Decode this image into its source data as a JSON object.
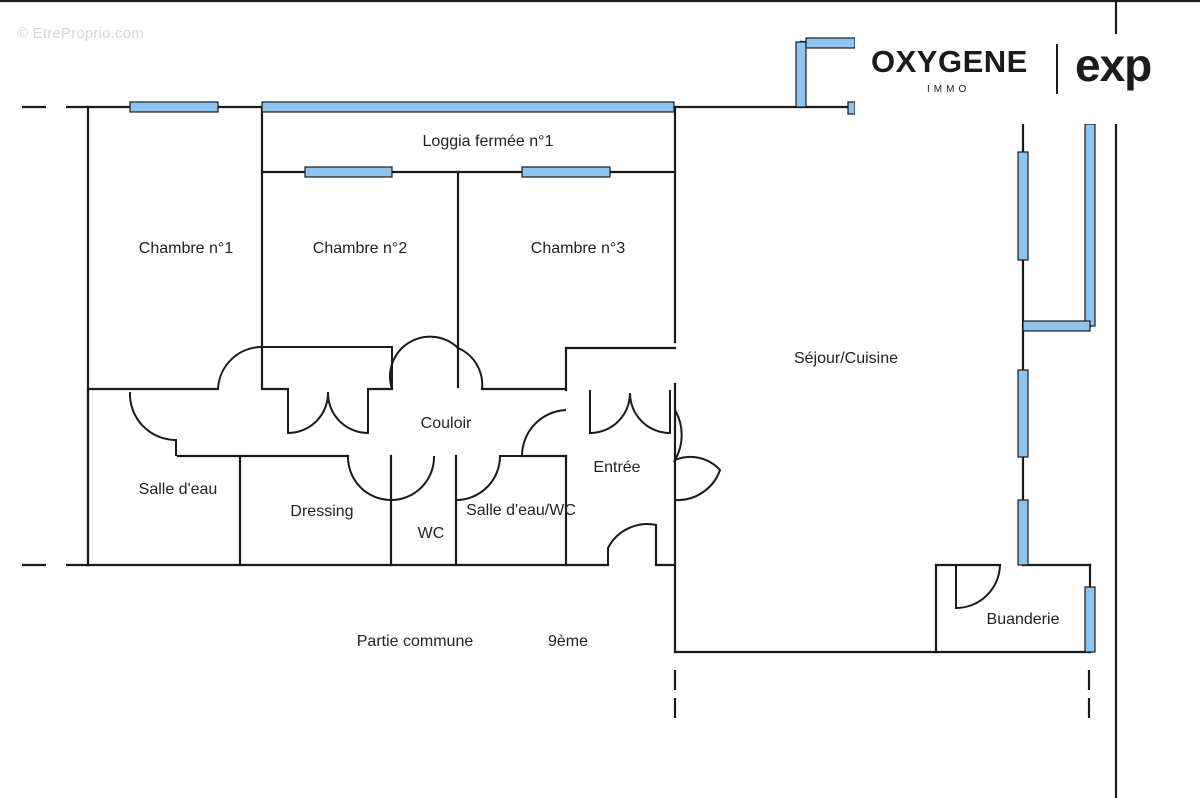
{
  "watermark": "© EtreProprio.com",
  "logo": {
    "brand": "OXYGENE",
    "sub": "IMMO",
    "partner": "exp"
  },
  "rooms": {
    "loggia": "Loggia fermée n°1",
    "chambre1": "Chambre n°1",
    "chambre2": "Chambre n°2",
    "chambre3": "Chambre n°3",
    "sejour": "Séjour/Cuisine",
    "couloir": "Couloir",
    "entree": "Entrée",
    "salle_eau": "Salle d'eau",
    "dressing": "Dressing",
    "wc": "WC",
    "salle_eau_wc": "Salle d'eau/WC",
    "buanderie": "Buanderie",
    "partie_commune": "Partie commune",
    "etage": "9ème"
  },
  "colors": {
    "wall": "#1a1a1a",
    "window": "#8fc4ef",
    "watermark": "#d6d6d6"
  }
}
